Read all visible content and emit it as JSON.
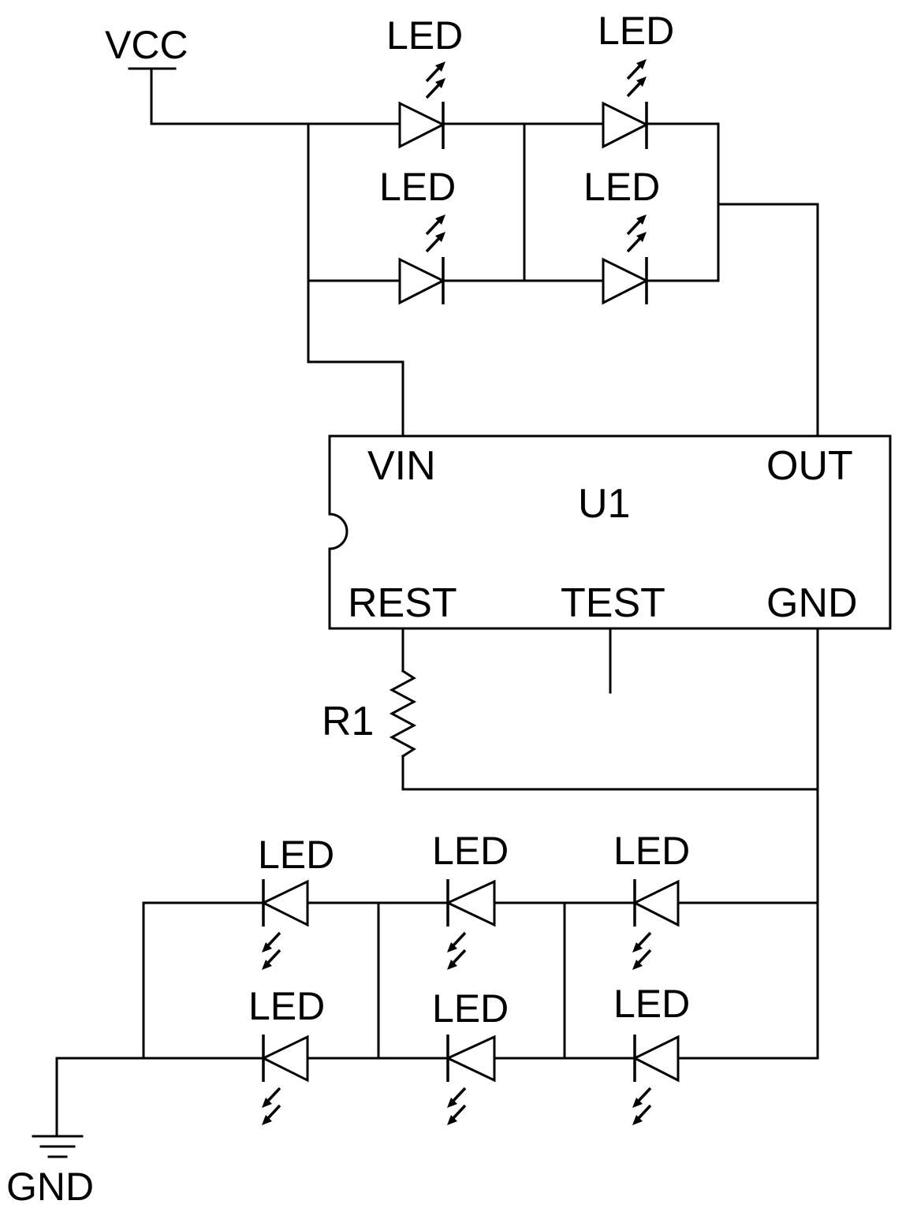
{
  "power": {
    "vcc_label": "VCC",
    "gnd_label": "GND"
  },
  "ic": {
    "ref": "U1",
    "pins": {
      "vin": "VIN",
      "out": "OUT",
      "rest": "REST",
      "test": "TEST",
      "gnd": "GND"
    }
  },
  "resistor": {
    "ref": "R1"
  },
  "led_label": "LED",
  "upper_array": {
    "columns": 2,
    "rows": 2,
    "emission": "up"
  },
  "lower_array": {
    "columns": 3,
    "rows": 2,
    "emission": "down"
  }
}
